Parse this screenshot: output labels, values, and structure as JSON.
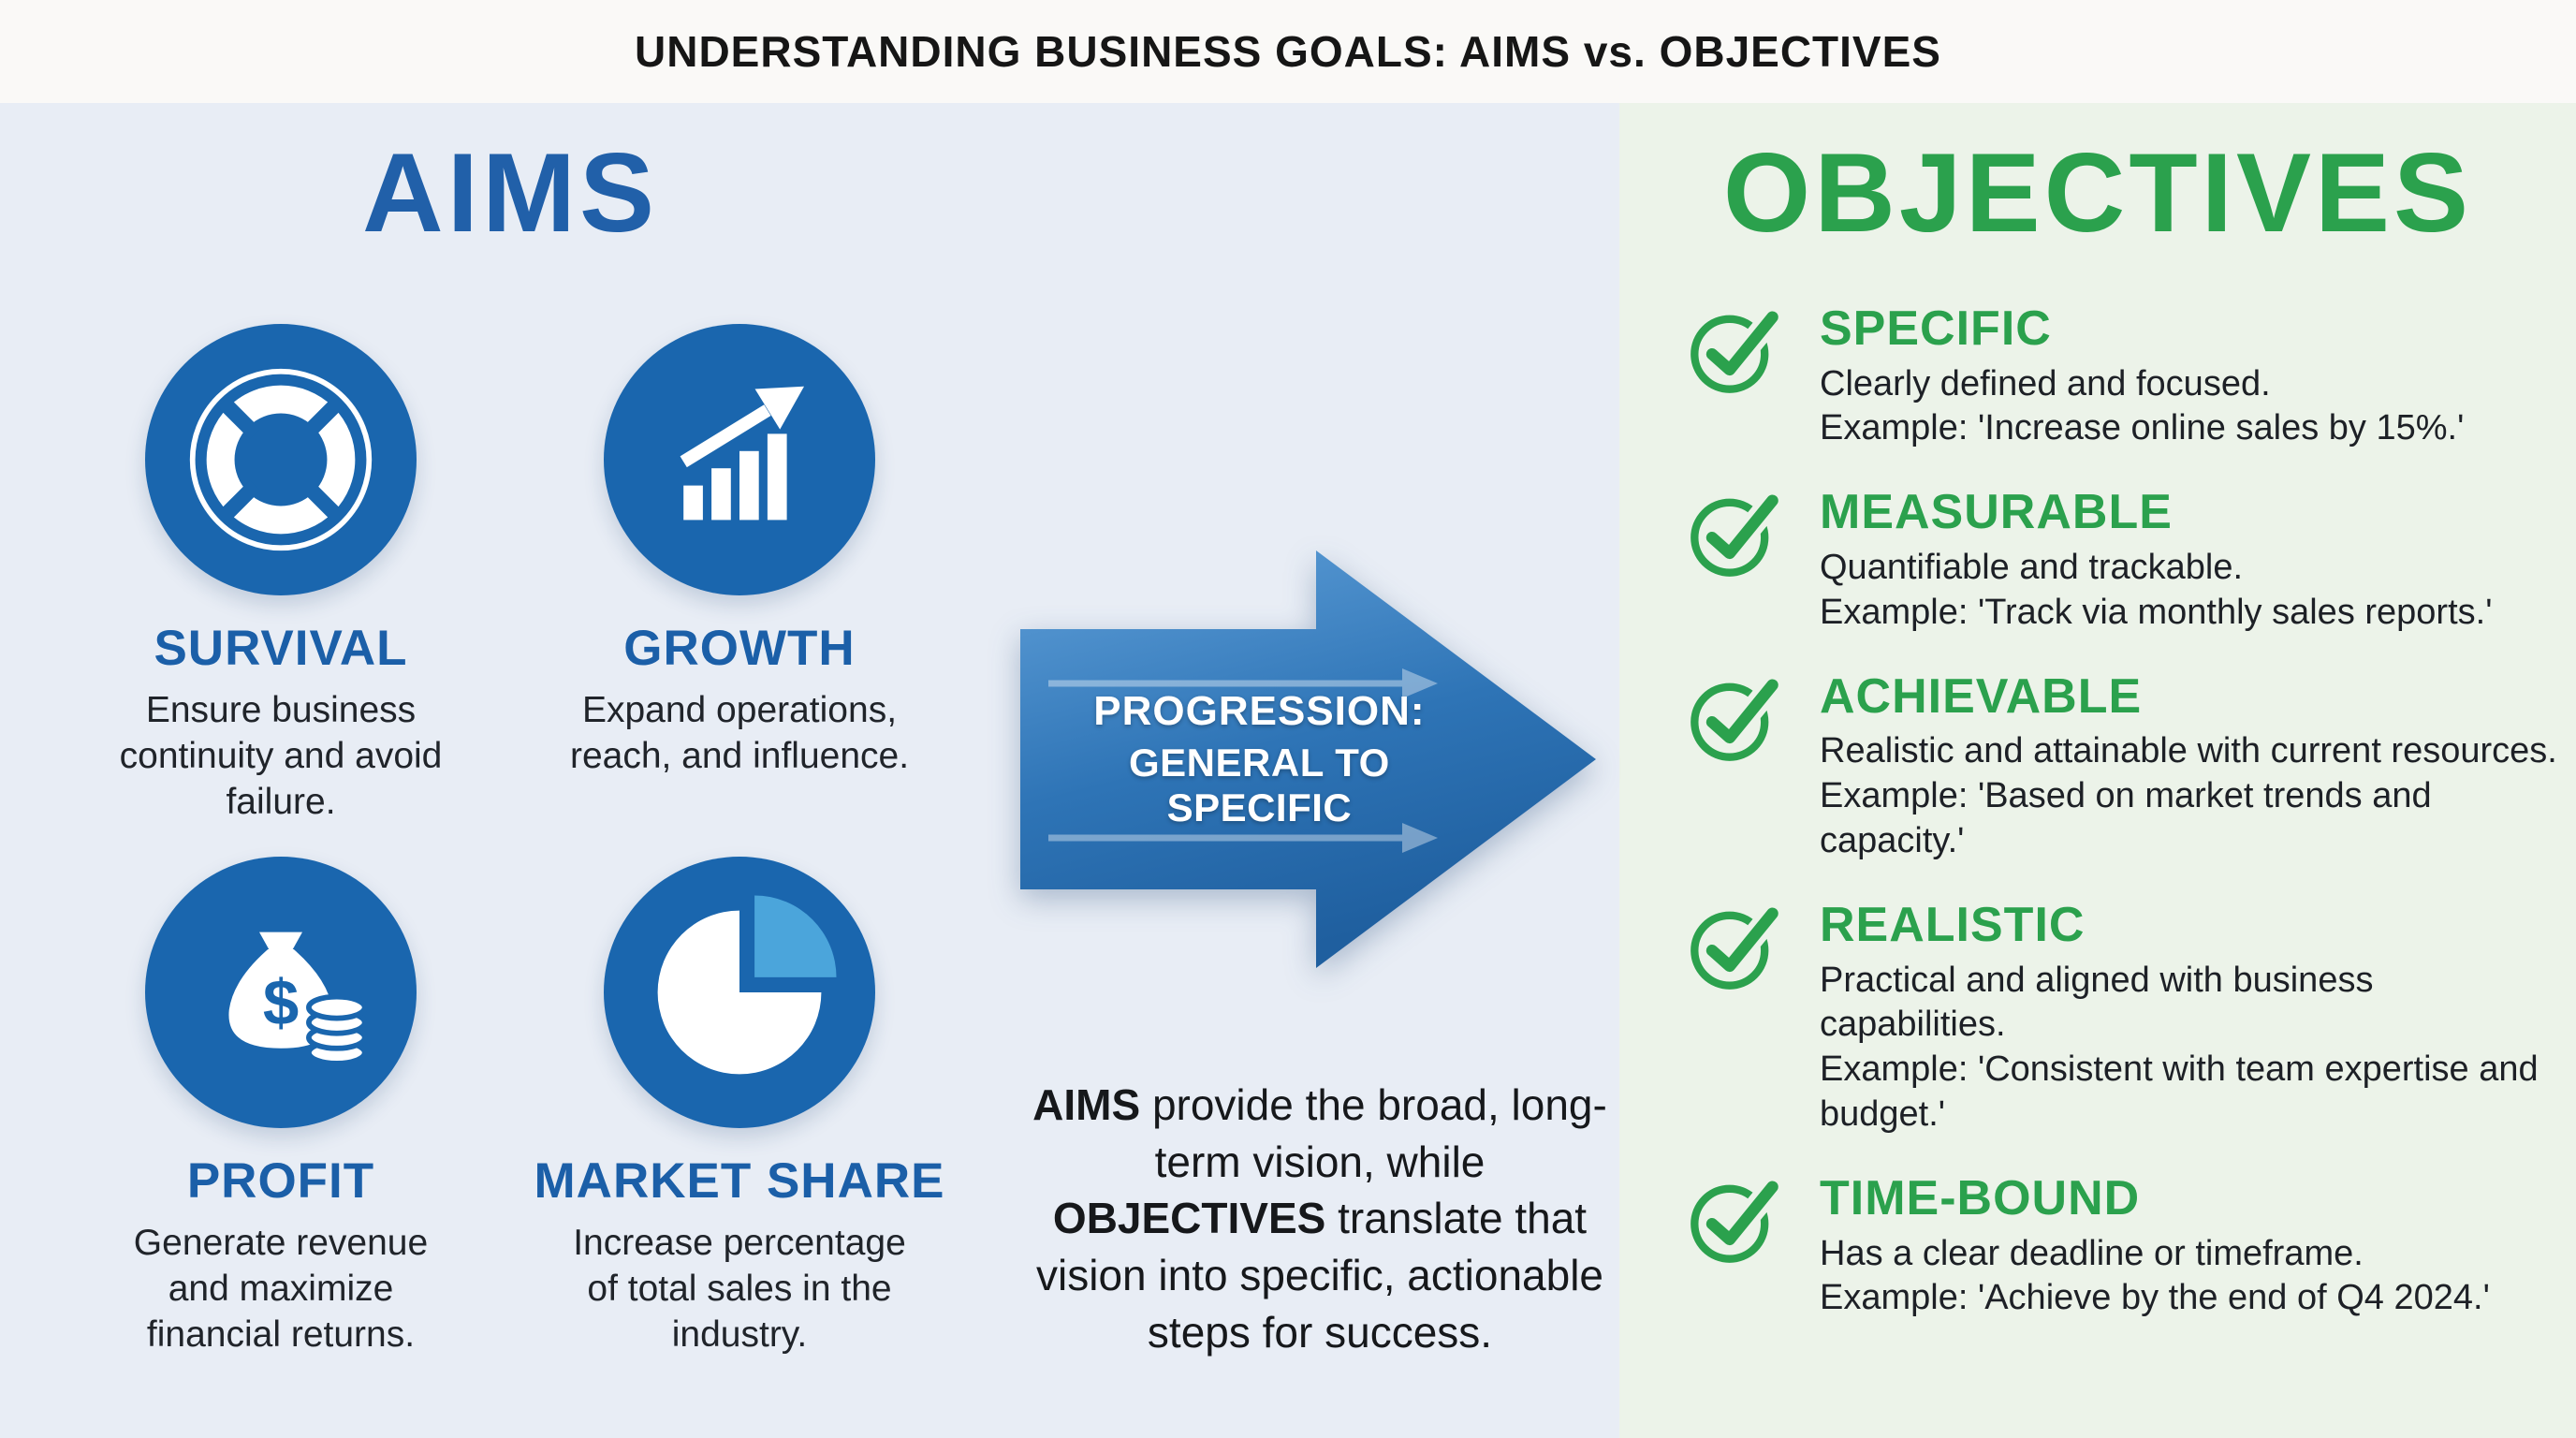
{
  "header": {
    "title": "UNDERSTANDING BUSINESS GOALS: AIMS vs. OBJECTIVES"
  },
  "aims": {
    "title": "AIMS",
    "items": [
      {
        "icon": "lifebuoy-icon",
        "label": "SURVIVAL",
        "description": "Ensure business continuity and avoid failure."
      },
      {
        "icon": "growth-chart-icon",
        "label": "GROWTH",
        "description": "Expand operations, reach, and influence."
      },
      {
        "icon": "money-bag-icon",
        "label": "PROFIT",
        "description": "Generate revenue and maximize financial returns."
      },
      {
        "icon": "pie-chart-icon",
        "label": "MARKET SHARE",
        "description": "Increase percentage of total sales in the industry."
      }
    ]
  },
  "progression": {
    "arrow_line1": "PROGRESSION:",
    "arrow_line2": "GENERAL TO SPECIFIC",
    "summary": {
      "part1_bold": "AIMS",
      "part2": " provide the broad, long-term vision, while ",
      "part3_bold": "OBJECTIVES",
      "part4": " translate that vision into specific, actionable steps for success."
    }
  },
  "objectives": {
    "title": "OBJECTIVES",
    "check_icon": "check-circle-icon",
    "items": [
      {
        "title": "SPECIFIC",
        "line1": "Clearly defined and focused.",
        "line2": "Example: 'Increase online sales by 15%.'"
      },
      {
        "title": "MEASURABLE",
        "line1": "Quantifiable and trackable.",
        "line2": "Example: 'Track via monthly sales reports.'"
      },
      {
        "title": "ACHIEVABLE",
        "line1": "Realistic and attainable with current resources.",
        "line2": "Example: 'Based on market trends and capacity.'"
      },
      {
        "title": "REALISTIC",
        "line1": "Practical and aligned with business capabilities.",
        "line2": "Example: 'Consistent with team expertise and budget.'"
      },
      {
        "title": "TIME-BOUND",
        "line1": "Has a clear deadline or timeframe.",
        "line2": "Example: 'Achieve by the end of Q4 2024.'"
      }
    ]
  },
  "colors": {
    "aims_blue": "#1b5fa8",
    "icon_circle_blue": "#1a66ae",
    "pie_slice_light_blue": "#4ba5db",
    "objectives_green": "#2ba14d",
    "arrow_blue": "#2e74b6",
    "left_background": "#e8edf5",
    "right_background": "#ecf3e9",
    "header_background": "#faf9f7"
  }
}
